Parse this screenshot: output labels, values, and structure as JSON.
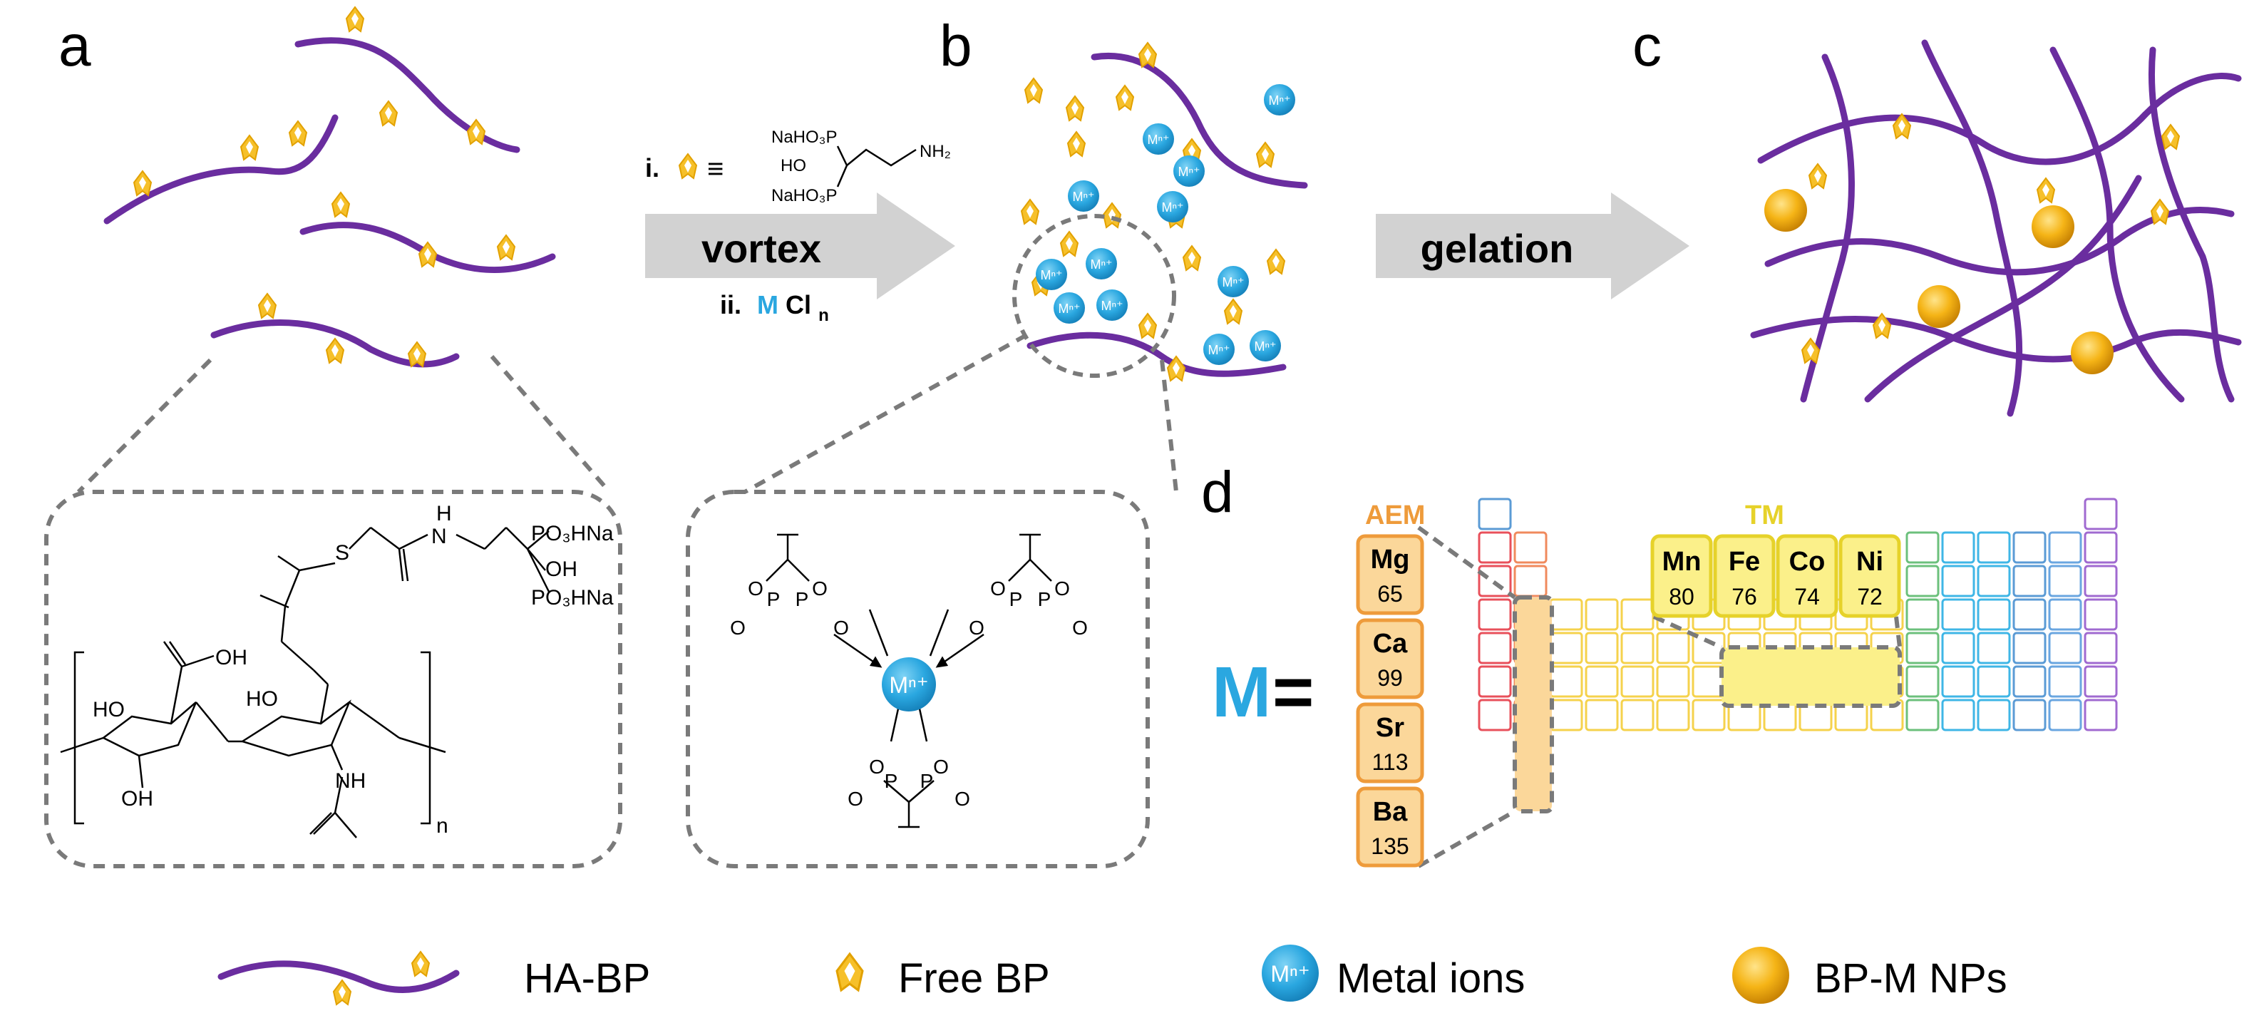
{
  "panels": {
    "a": "a",
    "b": "b",
    "c": "c",
    "d": "d"
  },
  "reaction": {
    "arrow1_label": "vortex",
    "step_i_prefix": "i.",
    "step_i_equiv": "≡",
    "reagent": {
      "line1": "NaHO₃P",
      "line2": "HO",
      "line3": "NaHO₃P",
      "amine": "NH₂"
    },
    "step_ii_prefix": "ii.",
    "step_ii_metal": "M",
    "step_ii_rest": "Cl",
    "step_ii_sub": "n",
    "arrow2_label": "gelation"
  },
  "ion_label": "Mⁿ⁺",
  "structure_ha": {
    "po3hna_top": "PO₃HNa",
    "oh": "OH",
    "po3hna_bottom": "PO₃HNa",
    "n_h": "H",
    "n_atom": "N",
    "s_atom": "S",
    "cooh": "OH",
    "ring_ho1": "HO",
    "ring_oh1": "OH",
    "ring_ho2": "HO",
    "ring_nh": "NH",
    "repeat_n": "n"
  },
  "structure_chelate": {
    "center": "Mⁿ⁺"
  },
  "periodic": {
    "aem_label": "AEM",
    "tm_label": "TM",
    "aem_elements": [
      {
        "symbol": "Mg",
        "value": "65"
      },
      {
        "symbol": "Ca",
        "value": "99"
      },
      {
        "symbol": "Sr",
        "value": "113"
      },
      {
        "symbol": "Ba",
        "value": "135"
      }
    ],
    "tm_elements": [
      {
        "symbol": "Mn",
        "value": "80"
      },
      {
        "symbol": "Fe",
        "value": "76"
      },
      {
        "symbol": "Co",
        "value": "74"
      },
      {
        "symbol": "Ni",
        "value": "72"
      }
    ],
    "m_symbol": "M",
    "equals": "="
  },
  "legend": [
    {
      "icon": "ha-bp-chain-icon",
      "label": "HA-BP"
    },
    {
      "icon": "free-bp-icon",
      "label": "Free BP"
    },
    {
      "icon": "metal-ion-icon",
      "label": "Metal ions"
    },
    {
      "icon": "nanoparticle-icon",
      "label": "BP-M NPs"
    }
  ],
  "colors": {
    "chain": "#6a2d9f",
    "bp": "#f3b81c",
    "ion": "#2aa7e0",
    "np": "#f1b012",
    "arrow": "#d2d2d2",
    "dash": "#7a7a7a",
    "aem_fill": "#fbd79a",
    "aem_stroke": "#ee9b3b",
    "tm_fill": "#fbf08a",
    "tm_stroke": "#e6d22a"
  }
}
